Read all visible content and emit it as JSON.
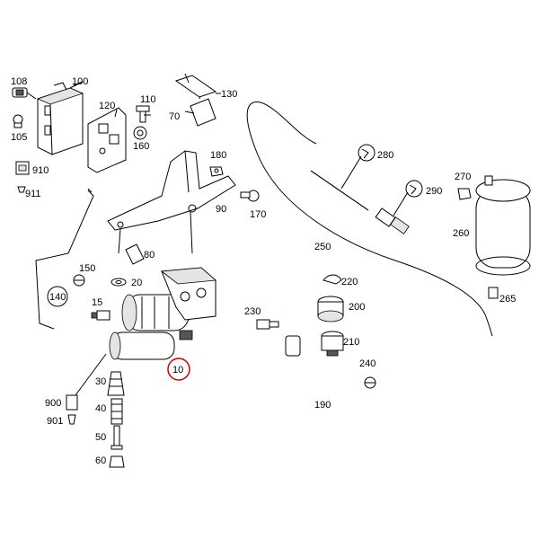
{
  "diagram": {
    "highlight_color": "#cc0000",
    "labels": {
      "p10": "10",
      "p15": "15",
      "p20": "20",
      "p30": "30",
      "p40": "40",
      "p50": "50",
      "p60": "60",
      "p70": "70",
      "p80": "80",
      "p90": "90",
      "p100": "100",
      "p105": "105",
      "p108": "108",
      "p110": "110",
      "p120": "120",
      "p130": "130",
      "p140": "140",
      "p150": "150",
      "p160": "160",
      "p170": "170",
      "p180": "180",
      "p190": "190",
      "p200": "200",
      "p210": "210",
      "p220": "220",
      "p230": "230",
      "p240": "240",
      "p250": "250",
      "p260": "260",
      "p265": "265",
      "p270": "270",
      "p280": "280",
      "p290": "290",
      "p900": "900",
      "p901": "901",
      "p910": "910",
      "p911": "911"
    }
  }
}
